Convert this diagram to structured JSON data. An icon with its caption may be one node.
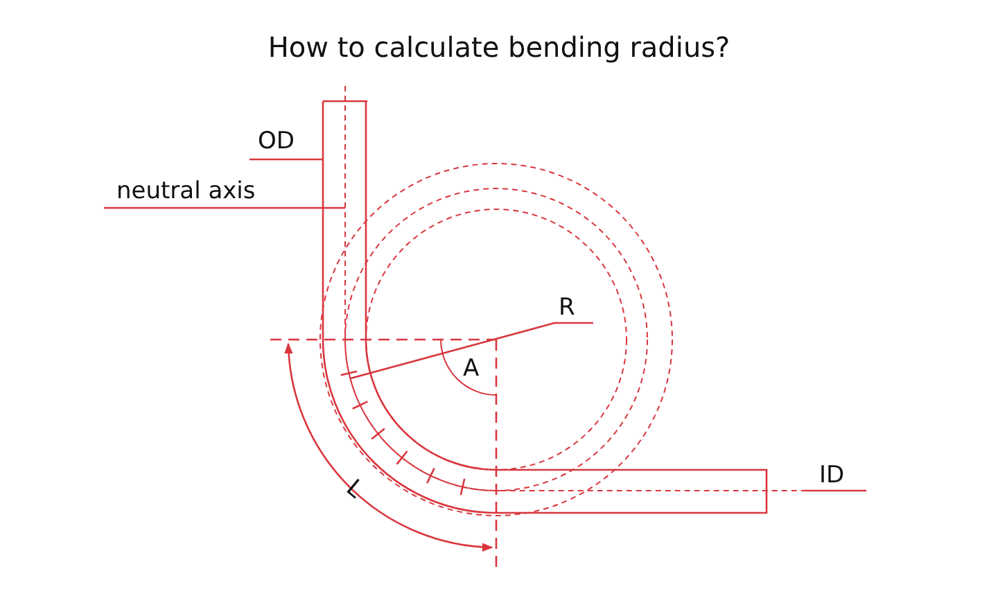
{
  "diagram": {
    "title": "How to calculate bending radius?",
    "nodes": [
      {
        "text": [
          "OD"
        ]
      },
      {
        "text": [
          "neutral axis"
        ]
      },
      {
        "text": [
          "R"
        ]
      },
      {
        "text": [
          "ID"
        ]
      }
    ],
    "edges": [
      {
        "from": 0,
        "to": null,
        "arrow": "none"
      },
      {
        "from": 1,
        "to": null,
        "arrow": "none"
      },
      {
        "from": 2,
        "to": null,
        "arrow": "none"
      },
      {
        "from": 3,
        "to": null,
        "arrow": "none"
      }
    ],
    "labels": [
      "A",
      "L"
    ]
  }
}
